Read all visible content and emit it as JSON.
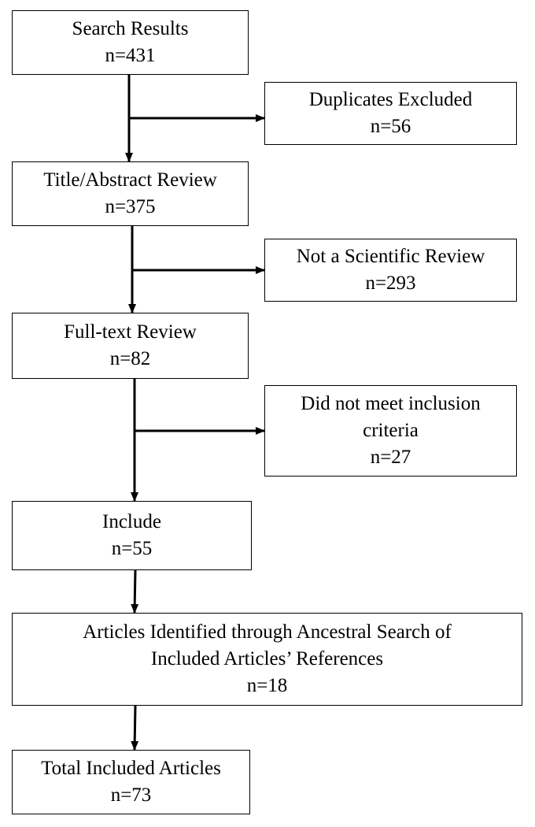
{
  "flow": {
    "search": {
      "label": "Search Results",
      "count": "n=431"
    },
    "duplicates": {
      "label": "Duplicates Excluded",
      "count": "n=56"
    },
    "title_abstract": {
      "label": "Title/Abstract Review",
      "count": "n=375"
    },
    "not_scientific": {
      "label": "Not a Scientific Review",
      "count": "n=293"
    },
    "full_text": {
      "label": "Full-text Review",
      "count": "n=82"
    },
    "not_meet": {
      "label_line1": "Did not meet inclusion",
      "label_line2": "criteria",
      "count": "n=27"
    },
    "include": {
      "label": "Include",
      "count": "n=55"
    },
    "ancestral": {
      "label_line1": "Articles Identified through Ancestral Search of",
      "label_line2": "Included Articles’ References",
      "count": "n=18"
    },
    "total": {
      "label": "Total Included Articles",
      "count": "n=73"
    }
  }
}
